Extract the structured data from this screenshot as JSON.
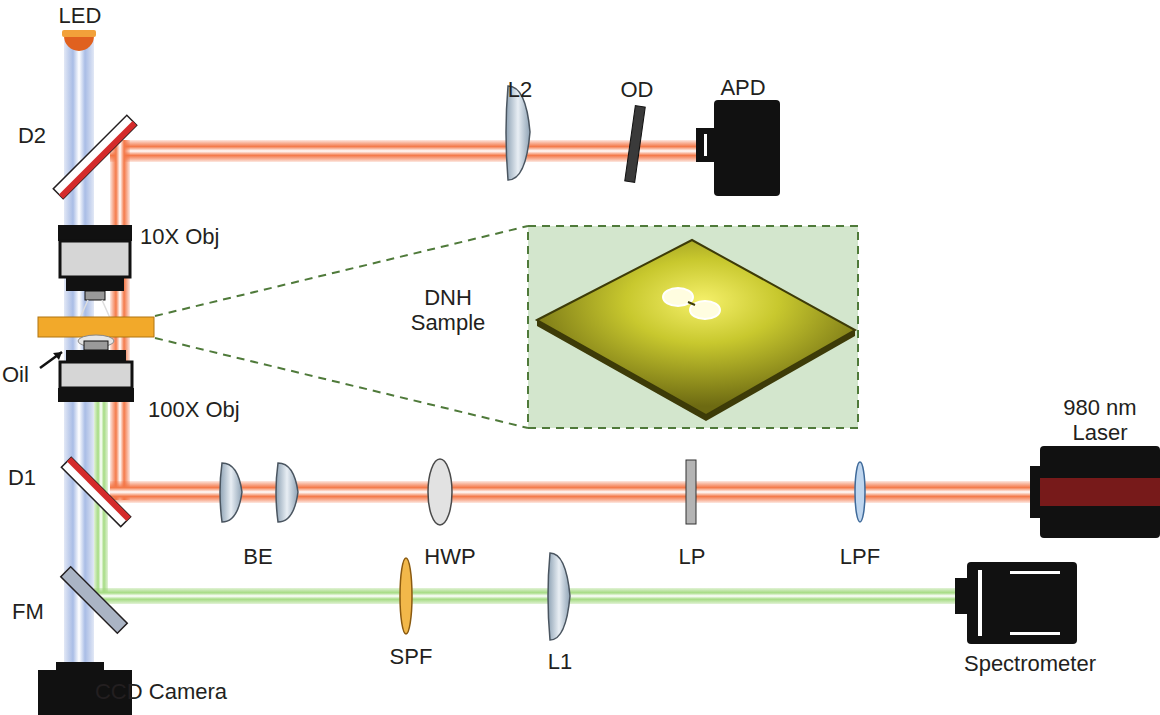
{
  "diagram": {
    "labels": [
      "LED",
      "D2",
      "L2",
      "OD",
      "APD",
      "10X Obj",
      "DNH Sample",
      "Oil",
      "100X Obj",
      "980 nm Laser",
      "D1",
      "BE",
      "HWP",
      "LP",
      "LPF",
      "FM",
      "SPF",
      "L1",
      "Spectrometer",
      "CCD Camera"
    ]
  }
}
